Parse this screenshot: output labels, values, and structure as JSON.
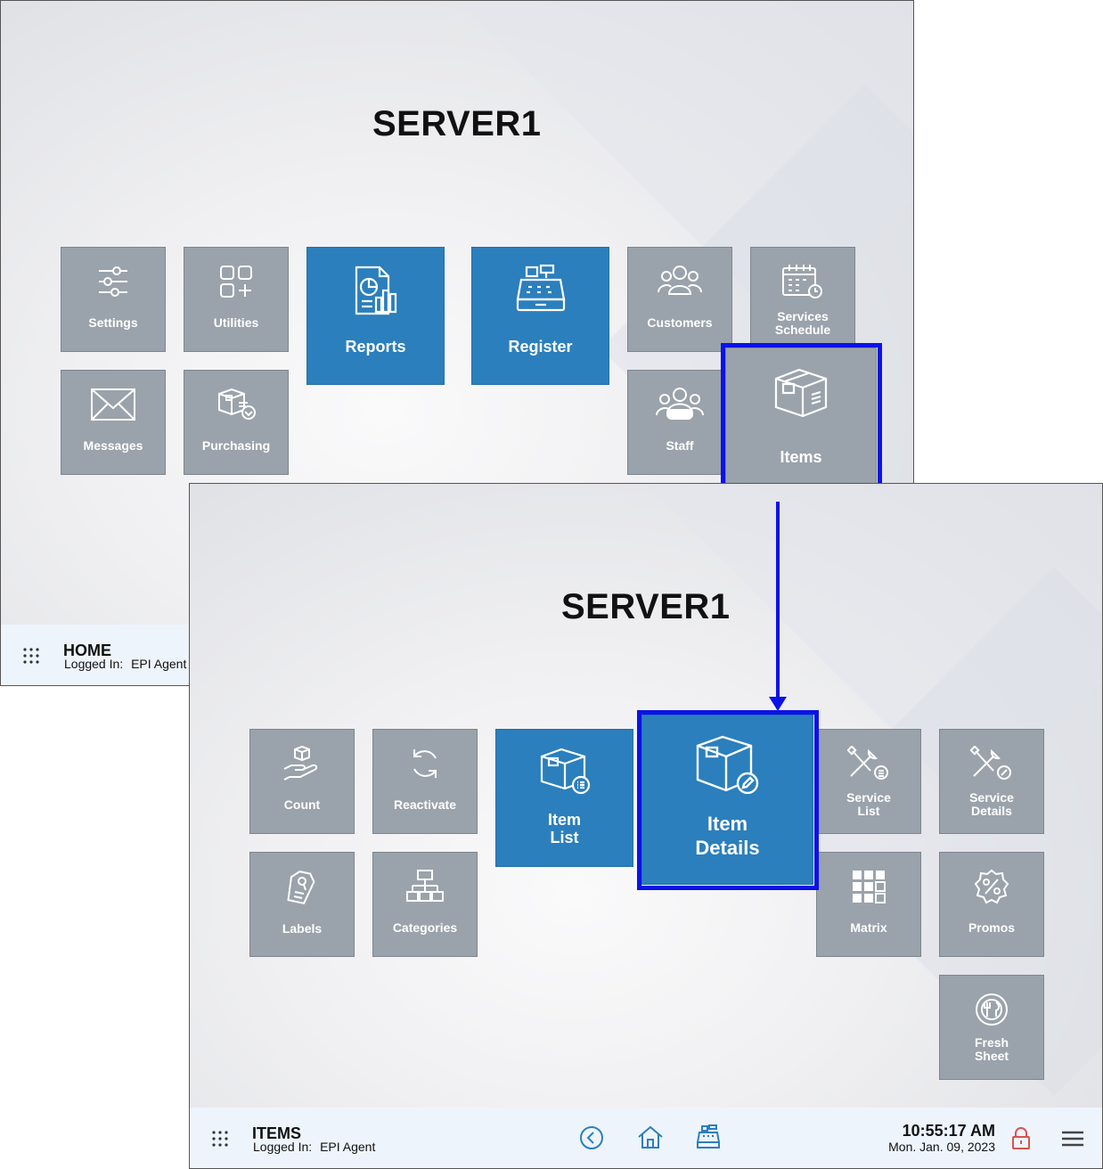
{
  "home": {
    "title": "SERVER1",
    "tiles": {
      "settings": "Settings",
      "utilities": "Utilities",
      "reports": "Reports",
      "register": "Register",
      "customers": "Customers",
      "services_schedule": "Services\nSchedule",
      "messages": "Messages",
      "purchasing": "Purchasing",
      "staff": "Staff",
      "items": "Items"
    },
    "bar": {
      "title": "HOME",
      "logged_label": "Logged In:",
      "user": "EPI Agent"
    }
  },
  "items": {
    "title": "SERVER1",
    "tiles": {
      "count": "Count",
      "reactivate": "Reactivate",
      "item_list": "Item\nList",
      "item_details": "Item\nDetails",
      "service_list": "Service\nList",
      "service_details": "Service\nDetails",
      "labels": "Labels",
      "categories": "Categories",
      "matrix": "Matrix",
      "promos": "Promos",
      "fresh_sheet": "Fresh\nSheet"
    },
    "bar": {
      "title": "ITEMS",
      "logged_label": "Logged In:",
      "user": "EPI Agent",
      "time": "10:55:17 AM",
      "date": "Mon. Jan. 09, 2023"
    }
  },
  "colors": {
    "tile_gray": "#9aa3ab",
    "tile_blue": "#2b7fbc",
    "highlight": "#0b12e8",
    "lock": "#d9534f"
  },
  "icons": [
    "sliders-icon",
    "apps-icon",
    "report-icon",
    "cash-register-icon",
    "customers-icon",
    "calendar-clock-icon",
    "envelope-icon",
    "purchasing-box-icon",
    "staff-icon",
    "box-icon",
    "hand-box-icon",
    "refresh-icon",
    "box-list-icon",
    "box-edit-icon",
    "tools-list-icon",
    "tools-gear-icon",
    "tag-icon",
    "hierarchy-icon",
    "matrix-grid-icon",
    "percent-badge-icon",
    "fresh-plate-icon",
    "back-icon",
    "home-icon",
    "register-icon",
    "lock-icon",
    "menu-icon",
    "grid-dots-icon"
  ]
}
